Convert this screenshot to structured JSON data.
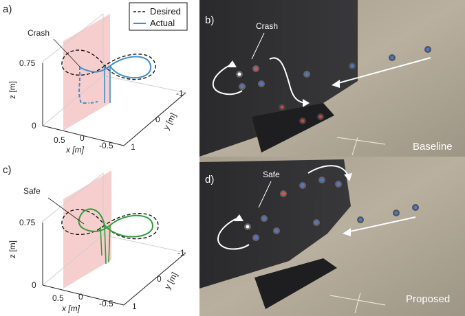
{
  "panels": {
    "a": "a)",
    "b": "b)",
    "c": "c)",
    "d": "d)"
  },
  "legend": {
    "desired": "Desired",
    "actual": "Actual"
  },
  "annotations": {
    "crash_plot": "Crash",
    "safe_plot": "Safe",
    "crash_photo": "Crash",
    "safe_photo": "Safe"
  },
  "captions": {
    "baseline": "Baseline",
    "proposed": "Proposed"
  },
  "axes": {
    "z_label": "z [m]",
    "x_label": "x [m]",
    "y_label": "y [m]",
    "z_ticks": [
      "0.75",
      "0"
    ],
    "x_ticks": [
      "0.5",
      "0",
      "-0.5"
    ],
    "y_ticks": [
      "-1",
      "0",
      "1"
    ]
  },
  "colors": {
    "actual_top": "#3b8fce",
    "actual_bottom": "#2e9e3a",
    "desired": "#111111",
    "wall": "#f6c6c6"
  }
}
